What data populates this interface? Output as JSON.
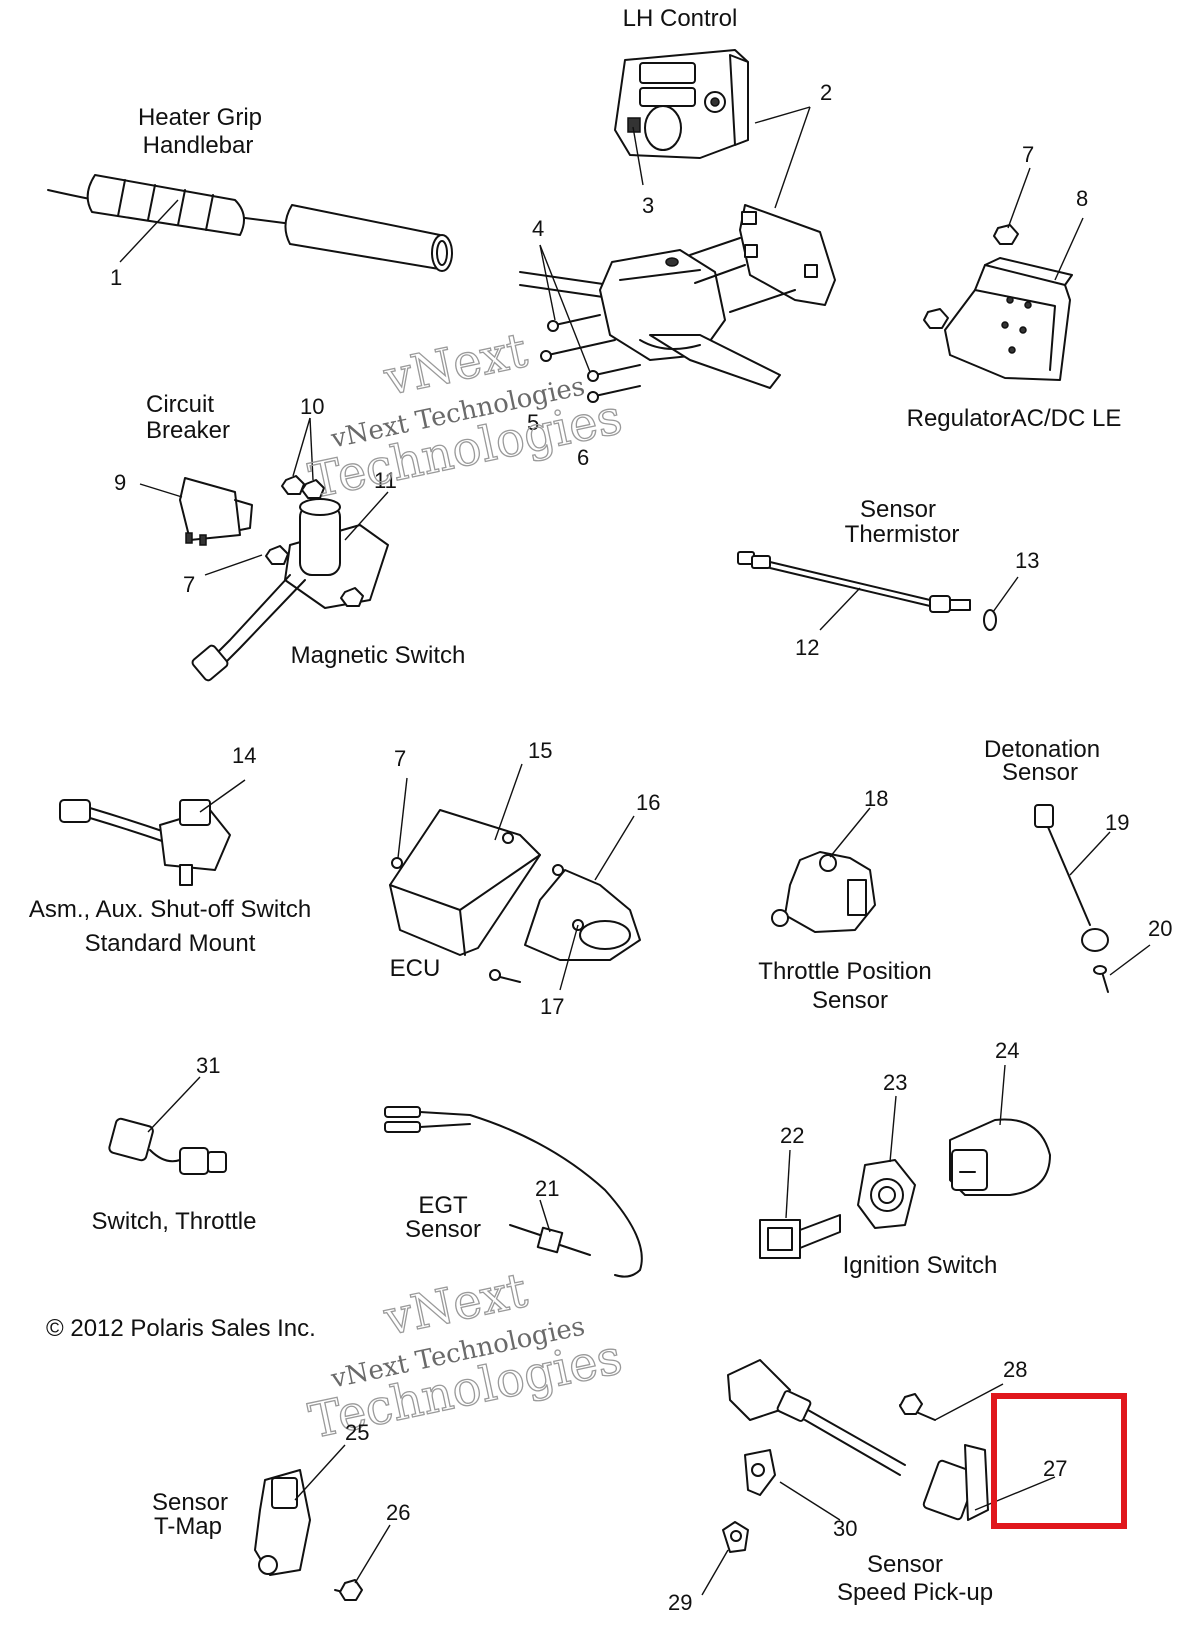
{
  "labels": {
    "lh_control": "LH Control",
    "heater_grip_1": "Heater Grip",
    "heater_grip_2": "Handlebar",
    "circuit_breaker_1": "Circuit",
    "circuit_breaker_2": "Breaker",
    "regulator": "RegulatorAC/DC LE",
    "sensor_thermistor_1": "Sensor",
    "sensor_thermistor_2": "Thermistor",
    "magnetic_switch": "Magnetic Switch",
    "detonation_1": "Detonation",
    "detonation_2": "Sensor",
    "aux_switch_1": "Asm., Aux. Shut-off Switch",
    "aux_switch_2": "Standard Mount",
    "ecu": "ECU",
    "tps_1": "Throttle Position",
    "tps_2": "Sensor",
    "switch_throttle": "Switch, Throttle",
    "egt_1": "EGT",
    "egt_2": "Sensor",
    "ignition_switch": "Ignition Switch",
    "tmap_1": "Sensor",
    "tmap_2": "T-Map",
    "speed_1": "Sensor",
    "speed_2": "Speed Pick-up"
  },
  "copyright": "© 2012 Polaris Sales Inc.",
  "watermark": {
    "line1": "vNext",
    "line2": "vNext Technologies",
    "line3": "Technologies"
  },
  "callouts": {
    "c1": "1",
    "c2": "2",
    "c3": "3",
    "c4": "4",
    "c5": "5",
    "c6": "6",
    "c7a": "7",
    "c7b": "7",
    "c7c": "7",
    "c8": "8",
    "c9": "9",
    "c10": "10",
    "c11": "11",
    "c12": "12",
    "c13": "13",
    "c14": "14",
    "c15": "15",
    "c16": "16",
    "c17": "17",
    "c18": "18",
    "c19": "19",
    "c20": "20",
    "c21": "21",
    "c22": "22",
    "c23": "23",
    "c24": "24",
    "c25": "25",
    "c26": "26",
    "c27": "27",
    "c28": "28",
    "c29": "29",
    "c30": "30",
    "c31": "31"
  },
  "highlight": {
    "target": "27",
    "color": "#e0171d"
  }
}
